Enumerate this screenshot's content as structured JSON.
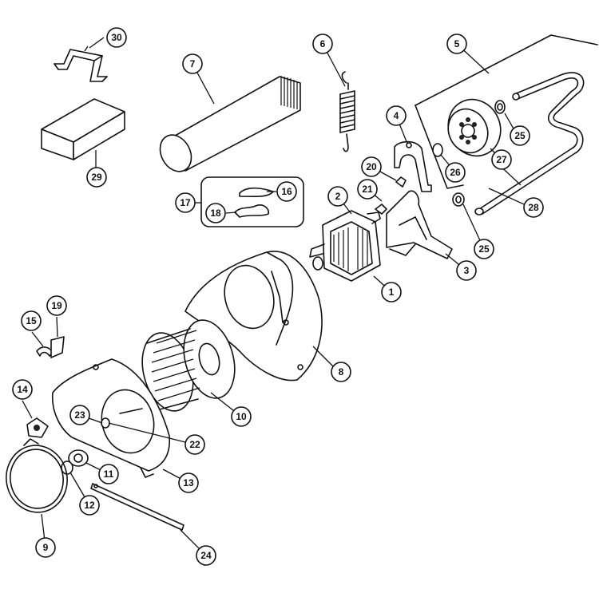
{
  "callouts": {
    "c1": "1",
    "c2": "2",
    "c3": "3",
    "c4": "4",
    "c5": "5",
    "c6": "6",
    "c7": "7",
    "c8": "8",
    "c9": "9",
    "c10": "10",
    "c11": "11",
    "c12": "12",
    "c13": "13",
    "c14": "14",
    "c15": "15",
    "c16": "16",
    "c17": "17",
    "c18": "18",
    "c19": "19",
    "c20": "20",
    "c21": "21",
    "c22": "22",
    "c23": "23",
    "c24": "24",
    "c25a": "25",
    "c25b": "25",
    "c26": "26",
    "c27": "27",
    "c28": "28",
    "c29": "29",
    "c30": "30"
  }
}
